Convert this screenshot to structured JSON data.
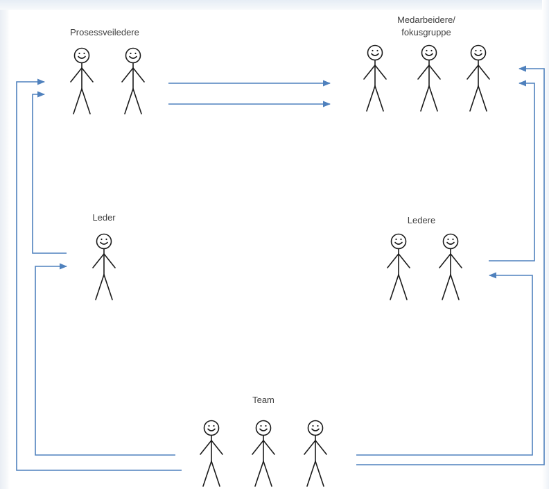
{
  "groups": {
    "prosessveiledere": {
      "label": "Prosessveiledere",
      "count": 2
    },
    "medarbeidere": {
      "label_line1": "Medarbeidere/",
      "label_line2": "fokusgruppe",
      "count": 3
    },
    "leder": {
      "label": "Leder",
      "count": 1
    },
    "ledere": {
      "label": "Ledere",
      "count": 2
    },
    "team": {
      "label": "Team",
      "count": 3
    }
  },
  "colors": {
    "arrow": "#4f81bd",
    "figure": "#1a1a1a",
    "label": "#404040"
  },
  "icons": {
    "person": "stick-figure-icon",
    "arrowhead": "arrowhead-icon"
  }
}
